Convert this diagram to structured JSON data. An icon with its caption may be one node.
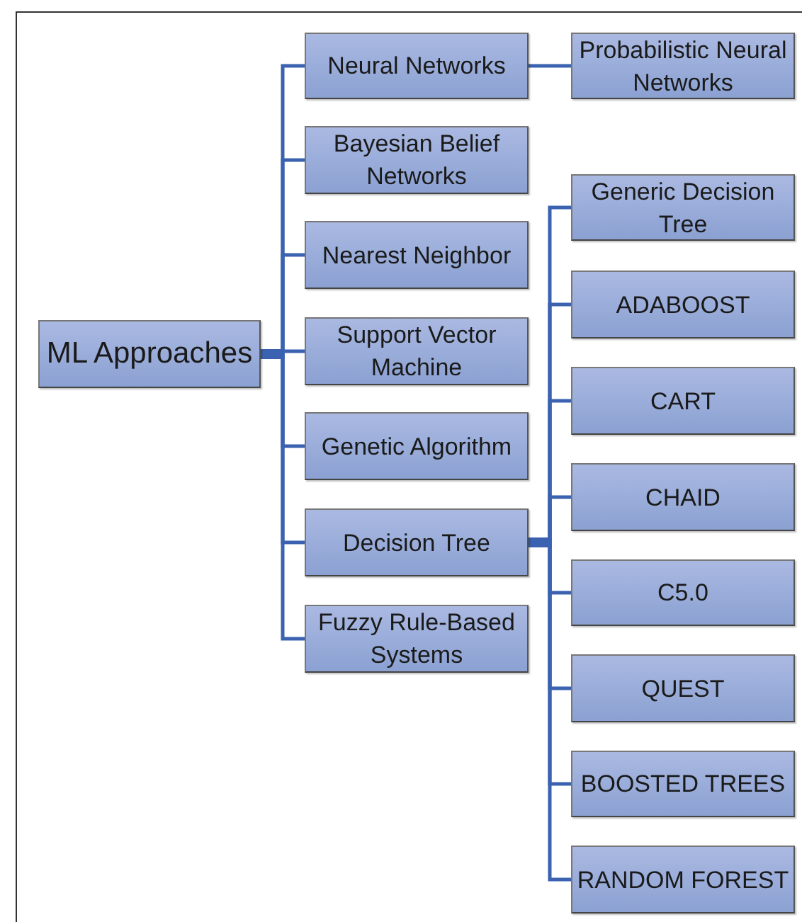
{
  "diagram": {
    "nodes": [
      {
        "text": [
          "ML Approaches"
        ]
      },
      {
        "text": [
          "Neural Networks"
        ]
      },
      {
        "text": [
          "Bayesian Belief Networks"
        ]
      },
      {
        "text": [
          "Nearest Neighbor"
        ]
      },
      {
        "text": [
          "Support Vector Machine"
        ]
      },
      {
        "text": [
          "Genetic Algorithm"
        ]
      },
      {
        "text": [
          "Decision Tree"
        ]
      },
      {
        "text": [
          "Fuzzy Rule-Based Systems"
        ]
      },
      {
        "text": [
          "Probabilistic Neural Networks"
        ]
      },
      {
        "text": [
          "Generic Decision Tree"
        ]
      },
      {
        "text": [
          "ADABOOST"
        ]
      },
      {
        "text": [
          "CART"
        ]
      },
      {
        "text": [
          "CHAID"
        ]
      },
      {
        "text": [
          "C5.0"
        ]
      },
      {
        "text": [
          "QUEST"
        ]
      },
      {
        "text": [
          "BOOSTED TREES"
        ]
      },
      {
        "text": [
          "RANDOM FOREST"
        ]
      }
    ],
    "edges": [
      {
        "from": 0,
        "to": 1,
        "arrow": "none"
      },
      {
        "from": 0,
        "to": 2,
        "arrow": "none"
      },
      {
        "from": 0,
        "to": 3,
        "arrow": "none"
      },
      {
        "from": 0,
        "to": 4,
        "arrow": "none"
      },
      {
        "from": 0,
        "to": 5,
        "arrow": "none"
      },
      {
        "from": 0,
        "to": 6,
        "arrow": "none"
      },
      {
        "from": 0,
        "to": 7,
        "arrow": "none"
      },
      {
        "from": 1,
        "to": 8,
        "arrow": "none"
      },
      {
        "from": 6,
        "to": 9,
        "arrow": "none"
      },
      {
        "from": 6,
        "to": 10,
        "arrow": "none"
      },
      {
        "from": 6,
        "to": 11,
        "arrow": "none"
      },
      {
        "from": 6,
        "to": 12,
        "arrow": "none"
      },
      {
        "from": 6,
        "to": 13,
        "arrow": "none"
      },
      {
        "from": 6,
        "to": 14,
        "arrow": "none"
      },
      {
        "from": 6,
        "to": 15,
        "arrow": "none"
      },
      {
        "from": 6,
        "to": 16,
        "arrow": "none"
      }
    ]
  }
}
